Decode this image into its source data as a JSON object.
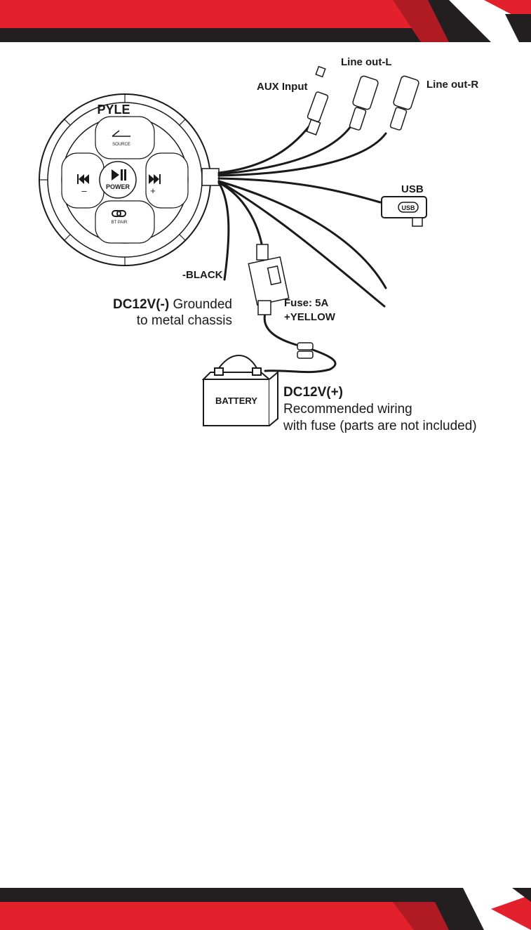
{
  "colors": {
    "accent_red": "#e3212d",
    "dark_band": "#231f20",
    "line": "#1a1a1a"
  },
  "remote": {
    "brand": "PYLE",
    "source_label": "SOURCE",
    "power_label": "POWER",
    "bt_pair_label": "BT PAIR",
    "minus": "–",
    "plus": "+",
    "prev_icon": "previous-track-icon",
    "next_icon": "next-track-icon",
    "play_icon": "play-pause-icon",
    "bt_icon": "link-icon"
  },
  "connectors": {
    "aux_input": "AUX Input",
    "line_out_l": "Line out-L",
    "line_out_r": "Line out-R",
    "usb": "USB",
    "usb_plug_text": "USB"
  },
  "ground": {
    "wire_label": "-BLACK",
    "title": "DC12V(-)",
    "text_line1": "Grounded",
    "text_line2": "to metal chassis"
  },
  "fuse": {
    "label": "Fuse: 5A",
    "wire_label": "+YELLOW"
  },
  "battery": {
    "label": "BATTERY",
    "title": "DC12V(+)",
    "line1": "Recommended wiring",
    "line2": "with fuse (parts are not included)"
  }
}
